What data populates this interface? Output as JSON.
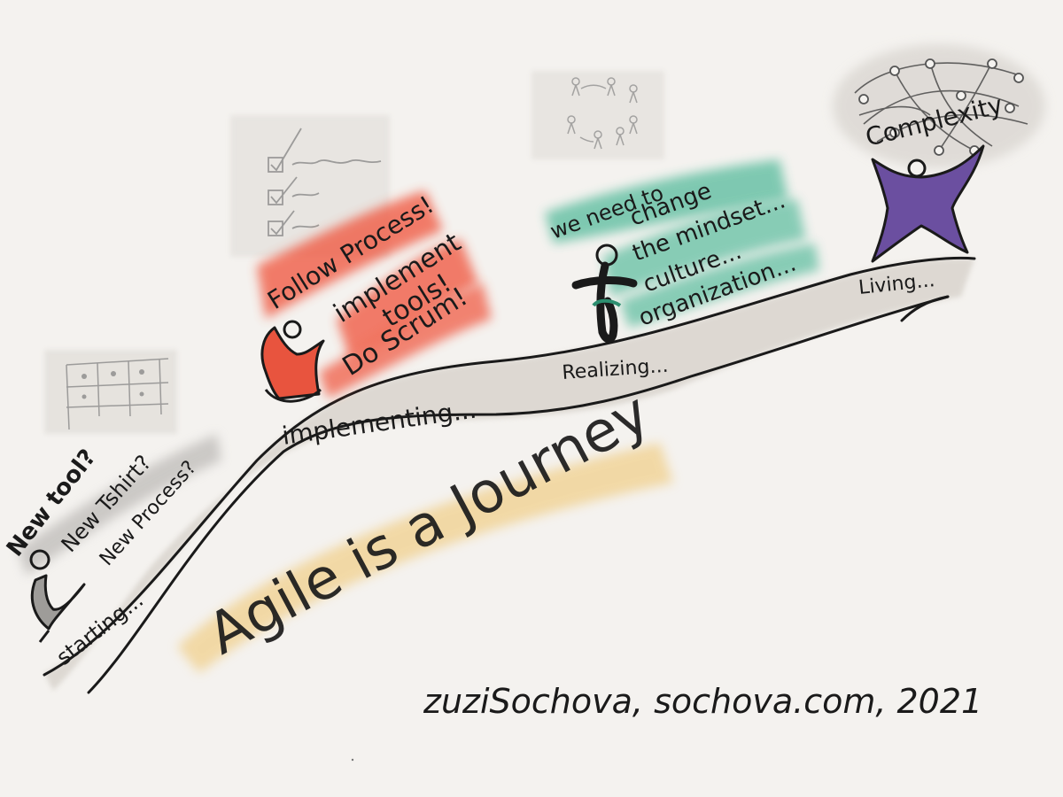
{
  "title": "Agile is a Journey",
  "credit": "zuziSochova, sochova.com, 2021",
  "stages": {
    "starting": {
      "label": "starting...",
      "notes": [
        "New tool?",
        "New Tshirt?",
        "New Process?"
      ]
    },
    "implementing": {
      "label": "implementing...",
      "notes": [
        "Follow Process!",
        "implement",
        "tools!",
        "Do Scrum!"
      ]
    },
    "realizing": {
      "label": "Realizing...",
      "notes": [
        "we need to",
        "change",
        "the mindset...",
        "culture...",
        "organization..."
      ]
    },
    "living": {
      "label": "Living...",
      "notes": [
        "Complexity"
      ]
    }
  },
  "colors": {
    "background": "#f4f2ef",
    "road": "#d6d0c9",
    "ink": "#1a1a1a",
    "red_highlight": "#f0533a",
    "green_highlight": "#3fb390",
    "purple_figure": "#6b4fa0",
    "yellow_highlight": "#f0c46a"
  }
}
